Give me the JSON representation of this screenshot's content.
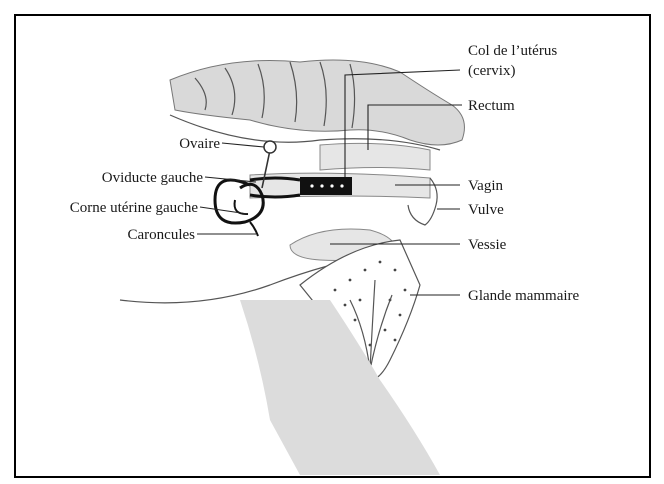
{
  "diagram": {
    "labels_right": [
      {
        "key": "cervix",
        "lines": [
          "Col de l’utérus",
          "(cervix)"
        ]
      },
      {
        "key": "rectum",
        "lines": [
          "Rectum"
        ]
      },
      {
        "key": "vagin",
        "lines": [
          "Vagin"
        ]
      },
      {
        "key": "vulve",
        "lines": [
          "Vulve"
        ]
      },
      {
        "key": "vessie",
        "lines": [
          "Vessie"
        ]
      },
      {
        "key": "glande",
        "lines": [
          "Glande mammaire"
        ]
      }
    ],
    "labels_left": [
      {
        "key": "ovaire",
        "lines": [
          "Ovaire"
        ]
      },
      {
        "key": "oviducte",
        "lines": [
          "Oviducte gauche"
        ]
      },
      {
        "key": "corne",
        "lines": [
          "Corne utérine gauche"
        ]
      },
      {
        "key": "caroncules",
        "lines": [
          "Caroncules"
        ]
      }
    ],
    "colors": {
      "frame": "#000000",
      "tissue_fill": "#d9d9d9",
      "leader_line": "#222222",
      "tract": "#111111"
    }
  }
}
